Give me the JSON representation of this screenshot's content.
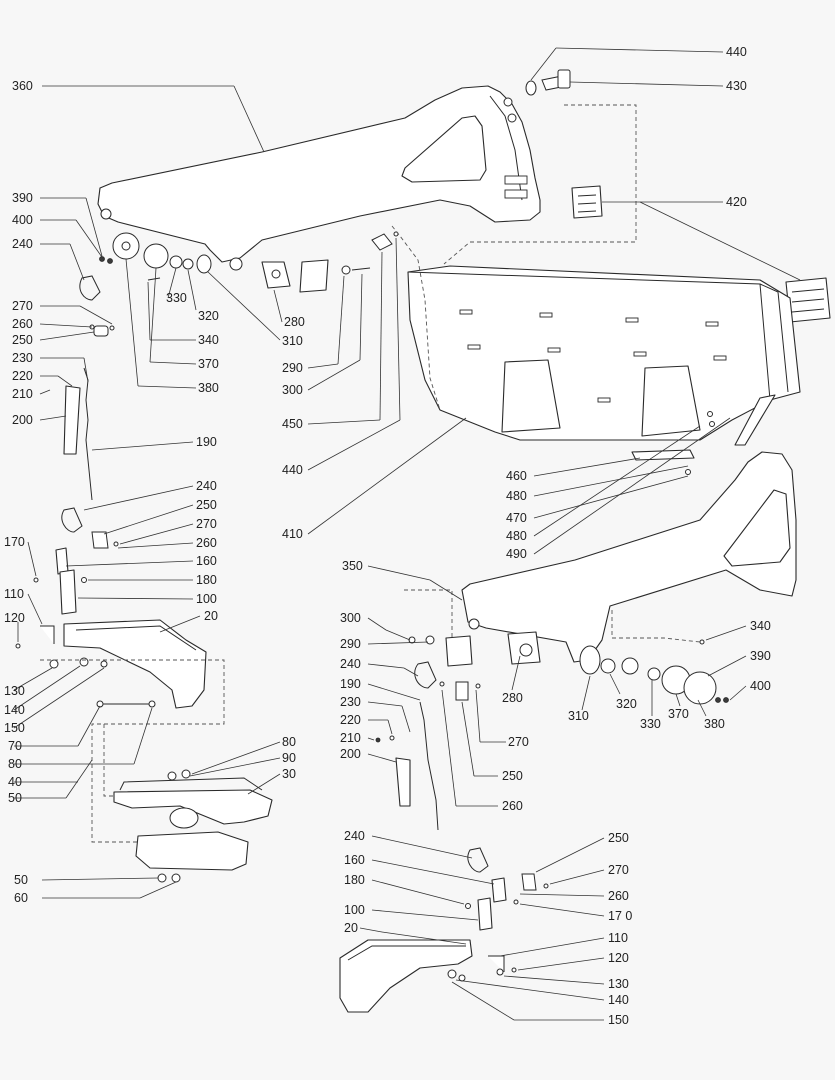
{
  "colors": {
    "background": "#f7f7f7",
    "line": "#2a2a2a"
  },
  "callouts": [
    {
      "id": "c440a",
      "text": "440"
    },
    {
      "id": "c430",
      "text": "430"
    },
    {
      "id": "c360",
      "text": "360"
    },
    {
      "id": "c420",
      "text": "420"
    },
    {
      "id": "c390a",
      "text": "390"
    },
    {
      "id": "c400a",
      "text": "400"
    },
    {
      "id": "c240a",
      "text": "240"
    },
    {
      "id": "c270a",
      "text": "270"
    },
    {
      "id": "c260a",
      "text": "260"
    },
    {
      "id": "c250a",
      "text": "250"
    },
    {
      "id": "c230a",
      "text": "230"
    },
    {
      "id": "c220a",
      "text": "220"
    },
    {
      "id": "c210a",
      "text": "210"
    },
    {
      "id": "c200a",
      "text": "200"
    },
    {
      "id": "c330a",
      "text": "330"
    },
    {
      "id": "c320a",
      "text": "320"
    },
    {
      "id": "c340a",
      "text": "340"
    },
    {
      "id": "c370a",
      "text": "370"
    },
    {
      "id": "c380a",
      "text": "380"
    },
    {
      "id": "c280a",
      "text": "280"
    },
    {
      "id": "c310a",
      "text": "310"
    },
    {
      "id": "c290a",
      "text": "290"
    },
    {
      "id": "c300a",
      "text": "300"
    },
    {
      "id": "c450",
      "text": "450"
    },
    {
      "id": "c440b",
      "text": "440"
    },
    {
      "id": "c190a",
      "text": "190"
    },
    {
      "id": "c410",
      "text": "410"
    },
    {
      "id": "c460",
      "text": "460"
    },
    {
      "id": "c480a",
      "text": "480"
    },
    {
      "id": "c470",
      "text": "470"
    },
    {
      "id": "c480b",
      "text": "480"
    },
    {
      "id": "c490",
      "text": "490"
    },
    {
      "id": "c240b",
      "text": "240"
    },
    {
      "id": "c250b",
      "text": "250"
    },
    {
      "id": "c270b",
      "text": "270"
    },
    {
      "id": "c260b",
      "text": "260"
    },
    {
      "id": "c170a",
      "text": "170"
    },
    {
      "id": "c160a",
      "text": "160"
    },
    {
      "id": "c180a",
      "text": "180"
    },
    {
      "id": "c110a",
      "text": "110"
    },
    {
      "id": "c100a",
      "text": "100"
    },
    {
      "id": "c20a",
      "text": "20"
    },
    {
      "id": "c120a",
      "text": "120"
    },
    {
      "id": "c130a",
      "text": "130"
    },
    {
      "id": "c140a",
      "text": "140"
    },
    {
      "id": "c150a",
      "text": "150"
    },
    {
      "id": "c70",
      "text": "70"
    },
    {
      "id": "c80a",
      "text": "80"
    },
    {
      "id": "c40",
      "text": "40"
    },
    {
      "id": "c50a",
      "text": "50"
    },
    {
      "id": "c80b",
      "text": "80"
    },
    {
      "id": "c90",
      "text": "90"
    },
    {
      "id": "c30",
      "text": "30"
    },
    {
      "id": "c50b",
      "text": "50"
    },
    {
      "id": "c60",
      "text": "60"
    },
    {
      "id": "c350",
      "text": "350"
    },
    {
      "id": "c340b",
      "text": "340"
    },
    {
      "id": "c300b",
      "text": "300"
    },
    {
      "id": "c290b",
      "text": "290"
    },
    {
      "id": "c390b",
      "text": "390"
    },
    {
      "id": "c240c",
      "text": "240"
    },
    {
      "id": "c400b",
      "text": "400"
    },
    {
      "id": "c190b",
      "text": "190"
    },
    {
      "id": "c280b",
      "text": "280"
    },
    {
      "id": "c310b",
      "text": "310"
    },
    {
      "id": "c320b",
      "text": "320"
    },
    {
      "id": "c330b",
      "text": "330"
    },
    {
      "id": "c370b",
      "text": "370"
    },
    {
      "id": "c380b",
      "text": "380"
    },
    {
      "id": "c230b",
      "text": "230"
    },
    {
      "id": "c220b",
      "text": "220"
    },
    {
      "id": "c210b",
      "text": "210"
    },
    {
      "id": "c200b",
      "text": "200"
    },
    {
      "id": "c270c",
      "text": "270"
    },
    {
      "id": "c250c",
      "text": "250"
    },
    {
      "id": "c260c",
      "text": "260"
    },
    {
      "id": "c240d",
      "text": "240"
    },
    {
      "id": "c250d",
      "text": "250"
    },
    {
      "id": "c270d",
      "text": "270"
    },
    {
      "id": "c160b",
      "text": "160"
    },
    {
      "id": "c260d",
      "text": "260"
    },
    {
      "id": "c180b",
      "text": "180"
    },
    {
      "id": "c170b",
      "text": "17 0"
    },
    {
      "id": "c100b",
      "text": "100"
    },
    {
      "id": "c110b",
      "text": "110"
    },
    {
      "id": "c20b",
      "text": "20"
    },
    {
      "id": "c120b",
      "text": "120"
    },
    {
      "id": "c130b",
      "text": "130"
    },
    {
      "id": "c140b",
      "text": "140"
    },
    {
      "id": "c150b",
      "text": "150"
    }
  ]
}
